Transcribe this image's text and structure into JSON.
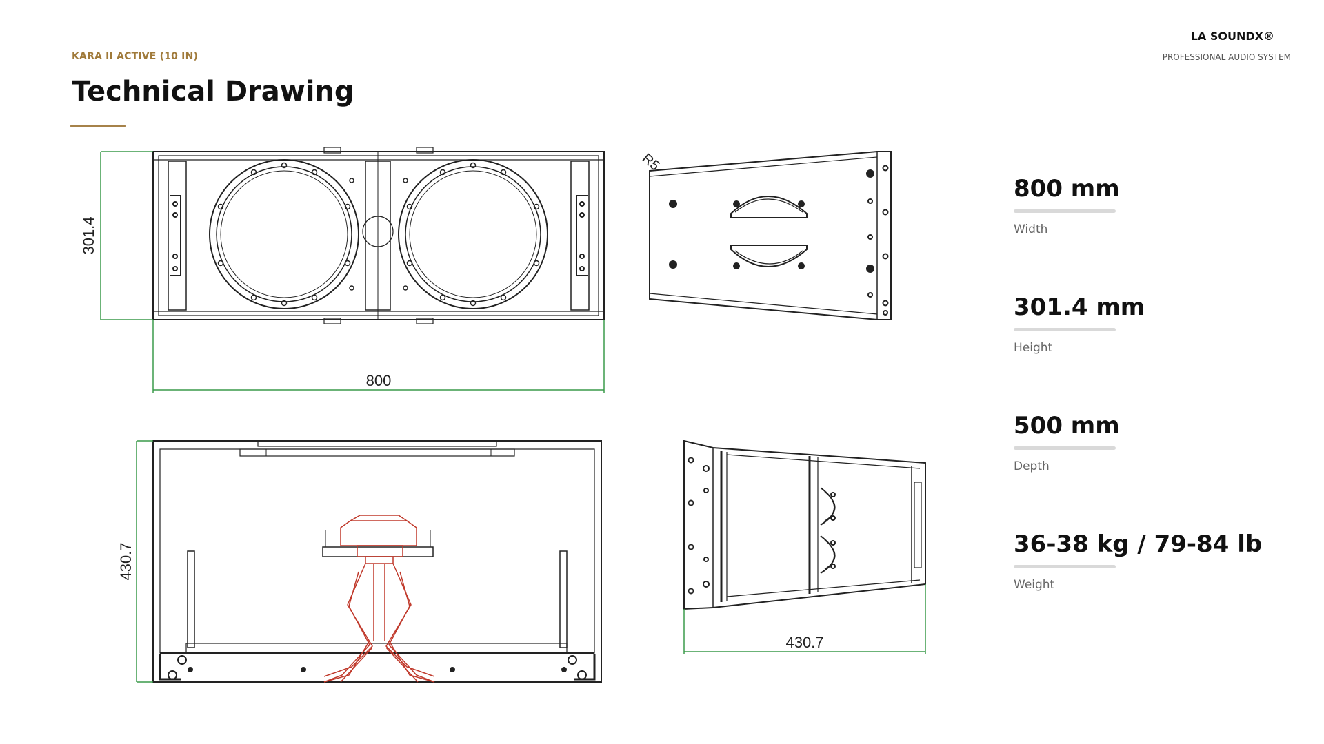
{
  "header": {
    "subtitle": "KARA II ACTIVE (10 IN)",
    "title": "Technical Drawing"
  },
  "brand": {
    "name": "LA SOUNDX®",
    "tagline": "PROFESSIONAL AUDIO SYSTEM"
  },
  "drawing": {
    "front_height_label": "301.4",
    "front_width_label": "800",
    "side_radius_label": "R5",
    "top_depth_label": "430.7",
    "side_depth_label": "430.7"
  },
  "specs": [
    {
      "value": "800 mm",
      "label": "Width"
    },
    {
      "value": "301.4 mm",
      "label": "Height"
    },
    {
      "value": "500 mm",
      "label": "Depth"
    },
    {
      "value": "36-38 kg / 79-84 lb",
      "label": "Weight"
    }
  ],
  "colors": {
    "accent": "#a6824a",
    "dimension_line": "#3a9a4a",
    "horn_lines": "#c0392b"
  }
}
